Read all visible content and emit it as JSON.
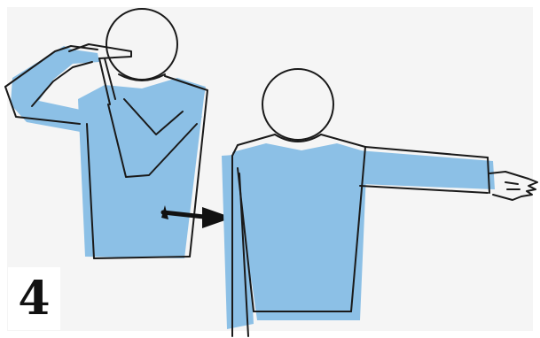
{
  "step": {
    "number": "4"
  },
  "colors": {
    "background": "#f5f5f5",
    "shirt": "#8cc0e6",
    "outline": "#1a1a1a",
    "arrow": "#111111"
  },
  "figures": [
    {
      "name": "signaller-with-arm-across-chest",
      "view": "back"
    },
    {
      "name": "signaller-with-arm-extended-sideways",
      "view": "back"
    }
  ],
  "icons": {
    "transition": "arrow-right-icon"
  }
}
